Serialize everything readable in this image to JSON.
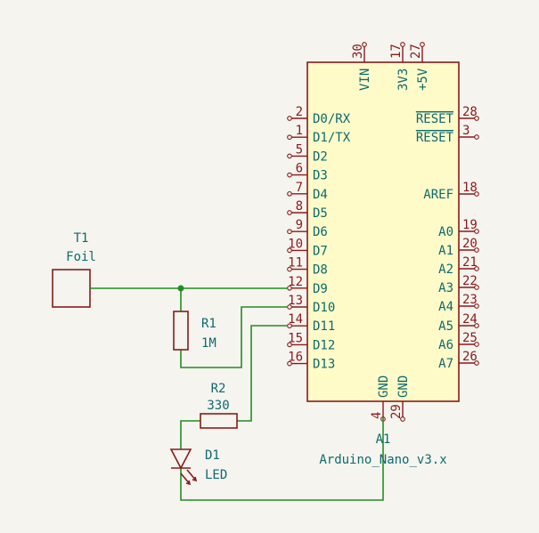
{
  "colors": {
    "wire": "#1f8f1f",
    "symbol": "#8b1a1a",
    "text": "#0e6a6e",
    "body_fill": "#fefbc8",
    "background": "#f5f4ef"
  },
  "arduino": {
    "ref": "A1",
    "value": "Arduino_Nano_v3.x",
    "left_pins": [
      {
        "num": "2",
        "name": "D0/RX"
      },
      {
        "num": "1",
        "name": "D1/TX"
      },
      {
        "num": "5",
        "name": "D2"
      },
      {
        "num": "6",
        "name": "D3"
      },
      {
        "num": "7",
        "name": "D4"
      },
      {
        "num": "8",
        "name": "D5"
      },
      {
        "num": "9",
        "name": "D6"
      },
      {
        "num": "10",
        "name": "D7"
      },
      {
        "num": "11",
        "name": "D8"
      },
      {
        "num": "12",
        "name": "D9"
      },
      {
        "num": "13",
        "name": "D10"
      },
      {
        "num": "14",
        "name": "D11"
      },
      {
        "num": "15",
        "name": "D12"
      },
      {
        "num": "16",
        "name": "D13"
      }
    ],
    "right_pins": [
      {
        "num": "28",
        "name": "RESET",
        "overline": true
      },
      {
        "num": "3",
        "name": "RESET",
        "overline": true
      },
      {
        "num": "18",
        "name": "AREF"
      },
      {
        "num": "19",
        "name": "A0"
      },
      {
        "num": "20",
        "name": "A1"
      },
      {
        "num": "21",
        "name": "A2"
      },
      {
        "num": "22",
        "name": "A3"
      },
      {
        "num": "23",
        "name": "A4"
      },
      {
        "num": "24",
        "name": "A5"
      },
      {
        "num": "25",
        "name": "A6"
      },
      {
        "num": "26",
        "name": "A7"
      }
    ],
    "top_pins": [
      {
        "num": "30",
        "name": "VIN"
      },
      {
        "num": "17",
        "name": "3V3"
      },
      {
        "num": "27",
        "name": "+5V"
      }
    ],
    "bottom_pins": [
      {
        "num": "4",
        "name": "GND"
      },
      {
        "num": "29",
        "name": "GND"
      }
    ]
  },
  "t1": {
    "ref": "T1",
    "value": "Foil"
  },
  "r1": {
    "ref": "R1",
    "value": "1M"
  },
  "r2": {
    "ref": "R2",
    "value": "330"
  },
  "d1": {
    "ref": "D1",
    "value": "LED"
  }
}
